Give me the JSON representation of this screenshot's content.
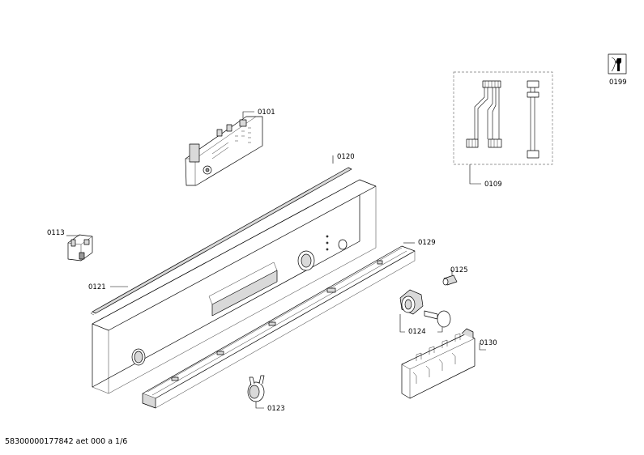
{
  "footer": {
    "document_id": "58300000177842 aet 000 a 1/6"
  },
  "labels": {
    "l0101": "0101",
    "l0109": "0109",
    "l0113": "0113",
    "l0120": "0120",
    "l0121": "0121",
    "l0123": "0123",
    "l0124": "0124",
    "l0125": "0125",
    "l0129": "0129",
    "l0130": "0130",
    "l0199": "0199"
  },
  "icons": {
    "service": "wrench-service-icon"
  }
}
